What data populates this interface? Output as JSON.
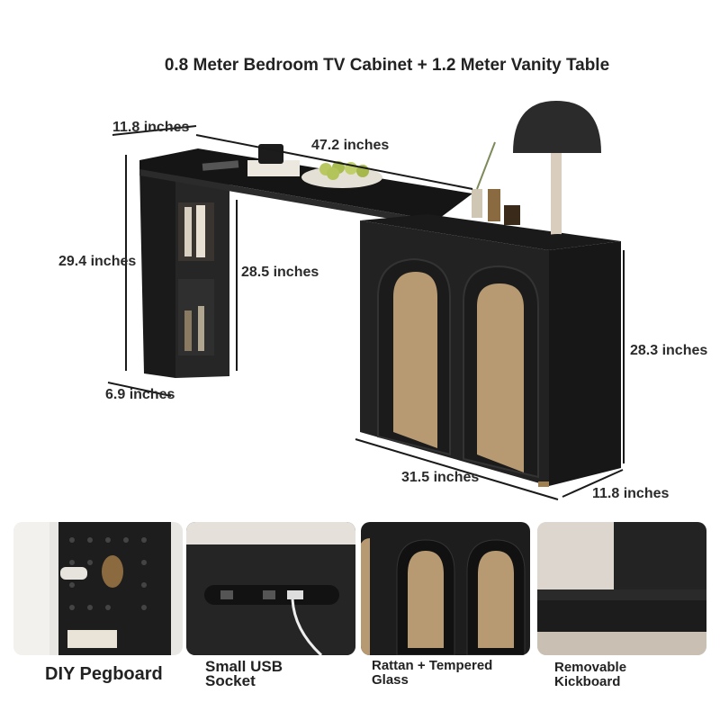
{
  "title": "0.8 Meter Bedroom TV Cabinet + 1.2 Meter Vanity Table",
  "dimensions": {
    "top_depth": "11.8 inches",
    "top_length": "47.2 inches",
    "left_height": "29.4 inches",
    "inner_height": "28.5 inches",
    "left_base_width": "6.9 inches",
    "cabinet_height": "28.3 inches",
    "cabinet_width": "31.5 inches",
    "cabinet_depth": "11.8 inches"
  },
  "features": [
    {
      "label": "DIY Pegboard"
    },
    {
      "label": "Small USB\nSocket"
    },
    {
      "label": "Rattan + Tempered\nGlass"
    },
    {
      "label": "Removable\nKickboard"
    }
  ],
  "colors": {
    "furniture": "#1d1d1d",
    "rattan": "#b89a72",
    "background": "#ffffff"
  }
}
